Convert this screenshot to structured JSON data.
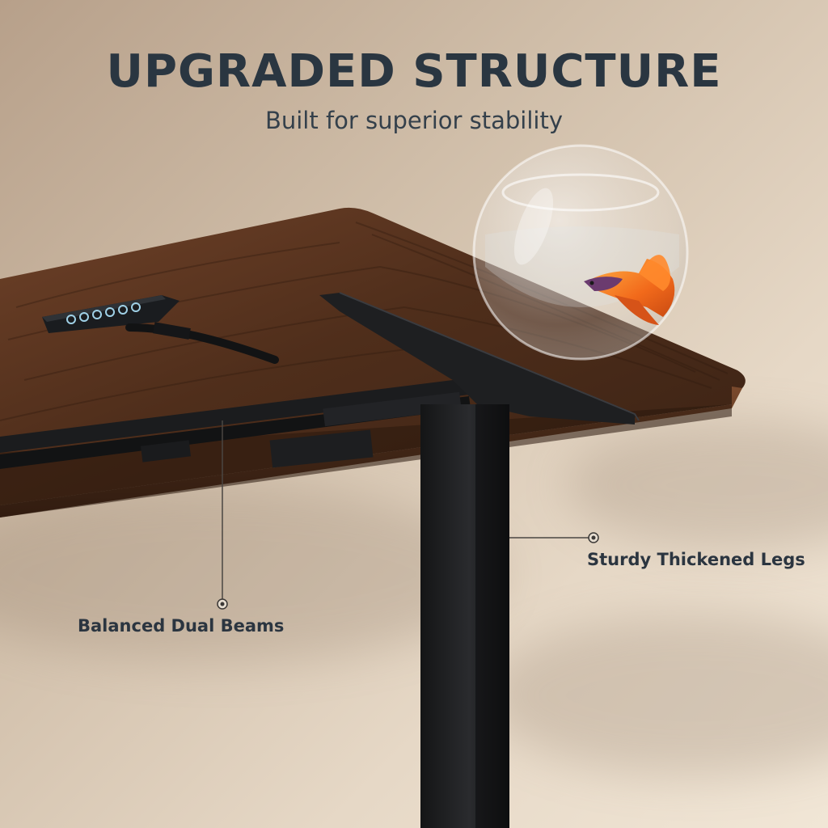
{
  "headline": "UPGRADED STRUCTURE",
  "subhead": "Built for superior stability",
  "callouts": {
    "beams": "Balanced Dual Beams",
    "legs": "Sturdy Thickened Legs"
  },
  "colors": {
    "wood": "#5a3520",
    "frame": "#1c1d1f",
    "text": "#2a3641"
  },
  "icons": [
    "control-panel-icon",
    "fish-icon"
  ]
}
